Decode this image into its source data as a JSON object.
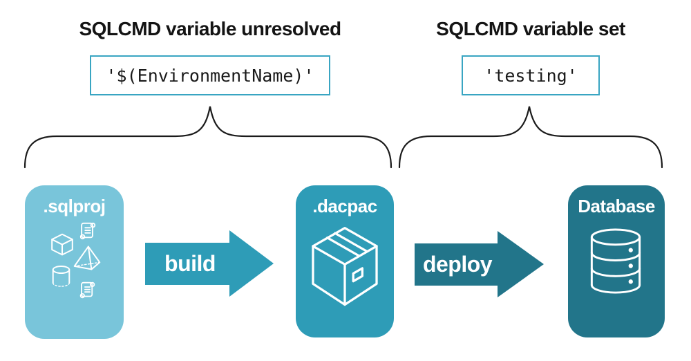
{
  "diagram": {
    "title_left": "SQLCMD variable unresolved",
    "title_right": "SQLCMD variable set",
    "code_left": "'$(EnvironmentName)'",
    "code_right": "'testing'",
    "nodes": [
      {
        "label": ".sqlproj",
        "color": "#79C5DA",
        "icons": [
          "script-icon",
          "cube-icon",
          "pyramid-icon",
          "cylinder-icon",
          "script-icon"
        ]
      },
      {
        "label": ".dacpac",
        "color": "#2E9CB7",
        "icons": [
          "package-icon"
        ]
      },
      {
        "label": "Database",
        "color": "#22758A",
        "icons": [
          "database-icon"
        ]
      }
    ],
    "arrows": [
      {
        "label": "build",
        "color": "#2E9CB7"
      },
      {
        "label": "deploy",
        "color": "#22758A"
      }
    ],
    "colors": {
      "background": "#ffffff",
      "heading_text": "#141414",
      "code_box_border": "#39A5C2",
      "code_text": "#191919",
      "brace_stroke": "#1b1b1b",
      "card_text": "#ffffff"
    }
  }
}
